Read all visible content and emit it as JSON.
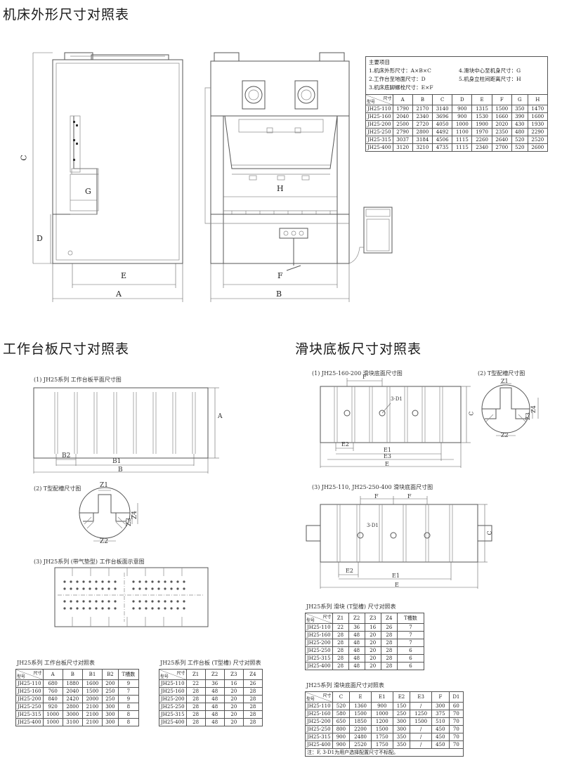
{
  "section1": {
    "title": "机床外形尺寸对照表"
  },
  "section2": {
    "title": "工作台板尺寸对照表"
  },
  "section3": {
    "title": "滑块底板尺寸对照表"
  },
  "machine_dims": {
    "A": "A",
    "B": "B",
    "C": "C",
    "D": "D",
    "E": "E",
    "F": "F",
    "G": "G",
    "H": "H"
  },
  "main_table": {
    "heading": "主要项目",
    "notes": [
      "1.机床外形尺寸：A×B×C",
      "4.滑块中心至机身尺寸：G",
      "2.工作台至地面尺寸：D",
      "5.机身立柱间距离尺寸：H",
      "3.机床底脚螺栓尺寸：E×F"
    ],
    "corner_top": "尺寸",
    "corner_bottom": "型号",
    "columns": [
      "A",
      "B",
      "C",
      "D",
      "E",
      "F",
      "G",
      "H"
    ],
    "rows": [
      [
        "JH25-110",
        "1790",
        "2170",
        "3140",
        "900",
        "1315",
        "1500",
        "350",
        "1470"
      ],
      [
        "JH25-160",
        "2040",
        "2340",
        "3696",
        "900",
        "1530",
        "1660",
        "390",
        "1600"
      ],
      [
        "JH25-200",
        "2500",
        "2720",
        "4050",
        "1000",
        "1900",
        "2020",
        "430",
        "1930"
      ],
      [
        "JH25-250",
        "2790",
        "2800",
        "4492",
        "1100",
        "1970",
        "2350",
        "480",
        "2290"
      ],
      [
        "JH25-315",
        "3037",
        "3184",
        "4506",
        "1115",
        "2260",
        "2640",
        "520",
        "2520"
      ],
      [
        "JH25-400",
        "3120",
        "3210",
        "4735",
        "1115",
        "2340",
        "2700",
        "520",
        "2600"
      ]
    ]
  },
  "bolster": {
    "cap1": "(1) JH25系列 工作台板平面尺寸图",
    "cap2": "(2) T型配槽尺寸图",
    "cap3": "(3) JH25系列 (带气垫型) 工作台板面示意图",
    "dims": {
      "A": "A",
      "B": "B",
      "B1": "B1",
      "B2": "B2",
      "Z1": "Z1",
      "Z2": "Z2",
      "Z3": "Z3",
      "Z4": "Z4"
    }
  },
  "slide": {
    "cap1": "(1) JH25-160-200 滑块底面尺寸图",
    "cap2": "(2) T型配槽尺寸图",
    "cap3": "(3) JH25-110, JH25-250-400 滑块底面尺寸图",
    "dims": {
      "F": "F",
      "C": "C",
      "D1": "3-D1",
      "E": "E",
      "E1": "E1",
      "E2": "E2",
      "E3": "E3",
      "Z1": "Z1",
      "Z2": "Z2",
      "Z3": "Z3",
      "Z4": "Z4"
    }
  },
  "table_bolster": {
    "title": "JH25系列 工作台板尺寸对照表",
    "corner_top": "尺寸",
    "corner_bottom": "型号",
    "columns": [
      "A",
      "B",
      "B1",
      "B2",
      "T槽数"
    ],
    "rows": [
      [
        "JH25-110",
        "680",
        "1880",
        "1600",
        "200",
        "9"
      ],
      [
        "JH25-160",
        "760",
        "2040",
        "1500",
        "250",
        "7"
      ],
      [
        "JH25-200",
        "840",
        "2420",
        "2000",
        "250",
        "9"
      ],
      [
        "JH25-250",
        "920",
        "2800",
        "2100",
        "300",
        "8"
      ],
      [
        "JH25-315",
        "1000",
        "3000",
        "2100",
        "300",
        "8"
      ],
      [
        "JH25-400",
        "1000",
        "3100",
        "2100",
        "300",
        "8"
      ]
    ]
  },
  "table_bolster_t": {
    "title": "JH25系列 工作台板 (T型槽) 尺寸对照表",
    "corner_top": "尺寸",
    "corner_bottom": "型号",
    "columns": [
      "Z1",
      "Z2",
      "Z3",
      "Z4"
    ],
    "rows": [
      [
        "JH25-110",
        "22",
        "36",
        "16",
        "26"
      ],
      [
        "JH25-160",
        "28",
        "48",
        "20",
        "28"
      ],
      [
        "JH25-200",
        "28",
        "48",
        "20",
        "28"
      ],
      [
        "JH25-250",
        "28",
        "48",
        "20",
        "28"
      ],
      [
        "JH25-315",
        "28",
        "48",
        "20",
        "28"
      ],
      [
        "JH25-400",
        "28",
        "48",
        "20",
        "28"
      ]
    ]
  },
  "table_slide_t": {
    "title": "JH25系列 滑块 (T型槽) 尺寸对照表",
    "corner_top": "尺寸",
    "corner_bottom": "型号",
    "columns": [
      "Z1",
      "Z2",
      "Z3",
      "Z4",
      "T槽数"
    ],
    "rows": [
      [
        "JH25-110",
        "22",
        "36",
        "16",
        "26",
        "7"
      ],
      [
        "JH25-160",
        "28",
        "48",
        "20",
        "28",
        "7"
      ],
      [
        "JH25-200",
        "28",
        "48",
        "20",
        "28",
        "7"
      ],
      [
        "JH25-250",
        "28",
        "48",
        "20",
        "28",
        "6"
      ],
      [
        "JH25-315",
        "28",
        "48",
        "20",
        "28",
        "6"
      ],
      [
        "JH25-400",
        "28",
        "48",
        "20",
        "28",
        "6"
      ]
    ]
  },
  "table_slide": {
    "title": "JH25系列 滑块底面尺寸对照表",
    "corner_top": "尺寸",
    "corner_bottom": "型号",
    "columns": [
      "C",
      "E",
      "E1",
      "E2",
      "E3",
      "F",
      "D1"
    ],
    "rows": [
      [
        "JH25-110",
        "520",
        "1360",
        "900",
        "150",
        "/",
        "300",
        "60"
      ],
      [
        "JH25-160",
        "580",
        "1500",
        "1000",
        "250",
        "1250",
        "375",
        "70"
      ],
      [
        "JH25-200",
        "650",
        "1850",
        "1200",
        "300",
        "1500",
        "510",
        "70"
      ],
      [
        "JH25-250",
        "800",
        "2200",
        "1500",
        "300",
        "/",
        "450",
        "70"
      ],
      [
        "JH25-315",
        "900",
        "2480",
        "1750",
        "350",
        "/",
        "450",
        "70"
      ],
      [
        "JH25-400",
        "900",
        "2520",
        "1750",
        "350",
        "/",
        "450",
        "70"
      ]
    ],
    "footnote": "注：F, 3-D1为用户选择配置尺寸不标配。"
  }
}
